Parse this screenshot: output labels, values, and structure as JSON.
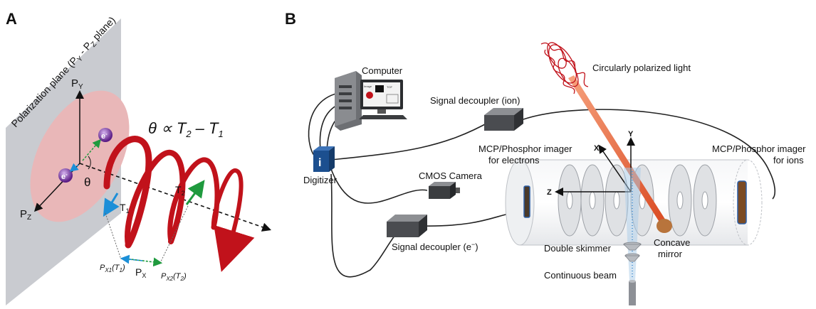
{
  "panel_a": {
    "label": "A",
    "plane_label": "Polarization plane (P",
    "plane_label_sub1": "Y",
    "plane_label_mid": " - P",
    "plane_label_sub2": "Z",
    "plane_label_end": " plane)",
    "axis_py": "P",
    "axis_py_sub": "Y",
    "axis_pz": "P",
    "axis_pz_sub": "Z",
    "axis_px": "P",
    "axis_px_sub": "X",
    "electron": "e",
    "electron_charge": "-",
    "theta": "θ",
    "t1": "T",
    "t1_sub": "1",
    "t2": "T",
    "t2_sub": "2",
    "formula_theta": "θ",
    "formula_rest": " ∝ T",
    "formula_sub2": "2",
    "formula_minus": " – T",
    "formula_sub1": "1",
    "px1": "P",
    "px1_sub": "X1",
    "px1_arg": "(T",
    "px1_arg_sub": "1",
    "px1_end": ")",
    "px2": "P",
    "px2_sub": "X2",
    "px2_arg": "(T",
    "px2_arg_sub": "2",
    "px2_end": ")"
  },
  "panel_b": {
    "label": "B",
    "computer": "Computer",
    "screen_text_1": "Image",
    "screen_text_2": "TOF",
    "circular_light": "Circularly polarized light",
    "signal_ion": "Signal decoupler (ion)",
    "signal_e": "Signal decoupler (e",
    "signal_e_sup": "−",
    "signal_e_end": ")",
    "digitizer": "Digitizer",
    "digitizer_icon": "i",
    "cmos": "CMOS Camera",
    "mcp_e_1": "MCP/Phosphor imager",
    "mcp_e_2": "for electrons",
    "mcp_i_1": "MCP/Phosphor imager",
    "mcp_i_2": "for ions",
    "axis_x": "X",
    "axis_y": "Y",
    "axis_z": "Z",
    "double_skimmer": "Double skimmer",
    "concave_1": "Concave",
    "concave_2": "mirror",
    "continuous_beam": "Continuous beam"
  },
  "colors": {
    "plane": "#c9cbd0",
    "ellipse": "#e9b7b8",
    "helix": "#c1121b",
    "laser": "#e8653c",
    "electron": "#7b3aa6",
    "green_arrow": "#1f9a3e",
    "blue_arrow": "#1b8fd8",
    "digitizer": "#1c4f8f",
    "mirror": "#b8743c"
  }
}
